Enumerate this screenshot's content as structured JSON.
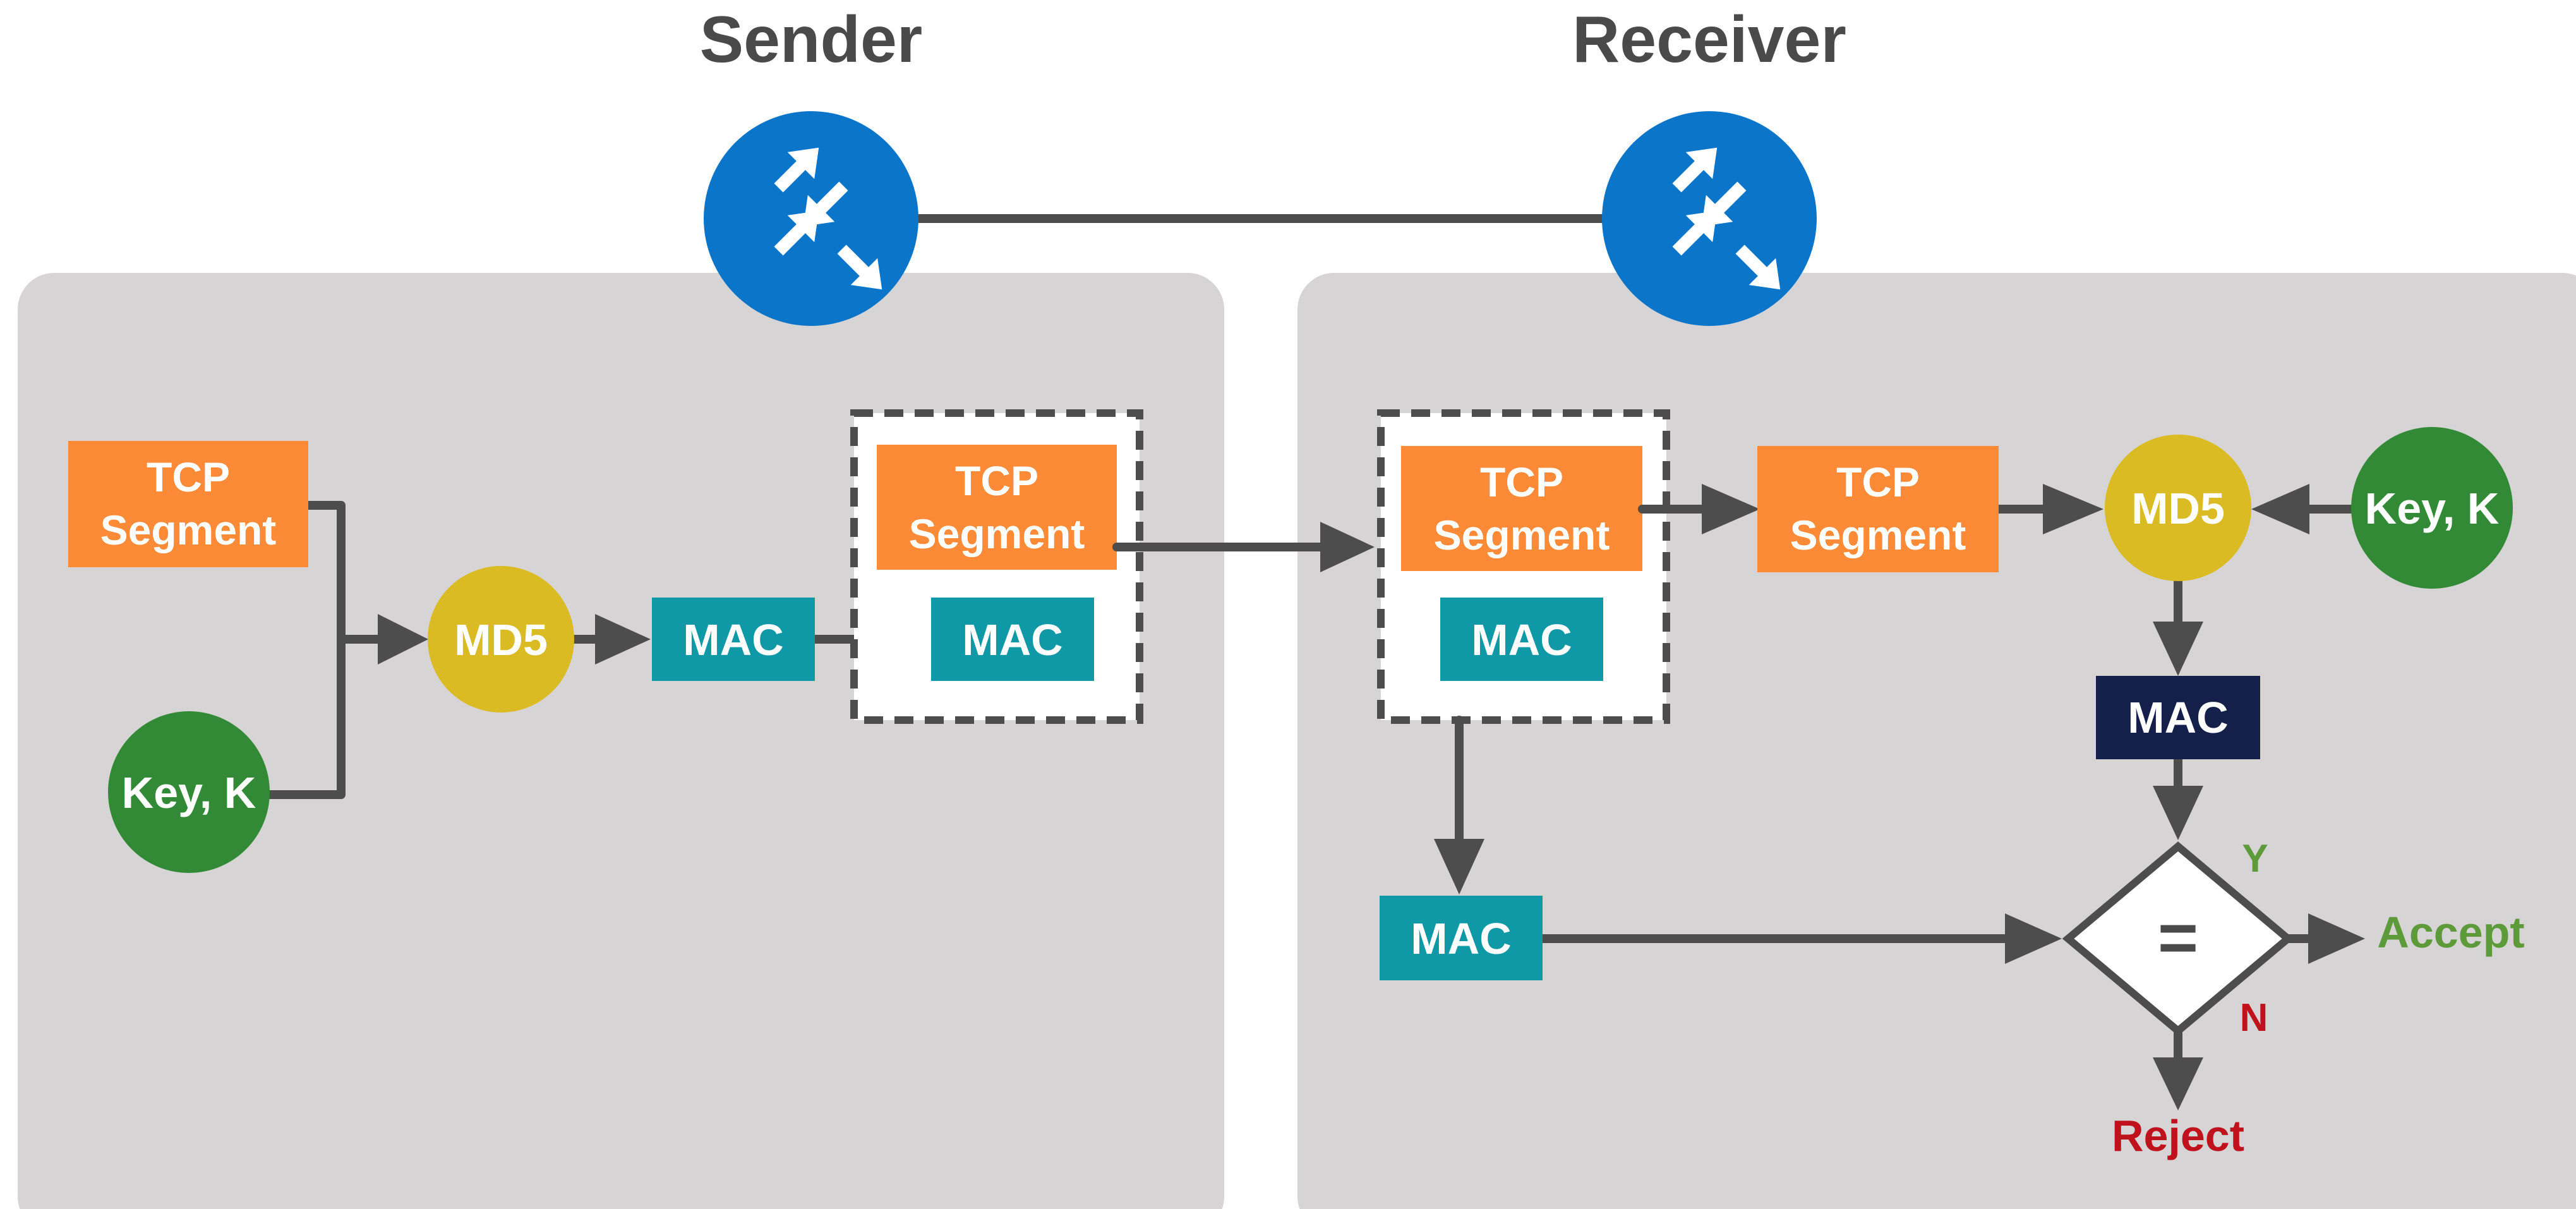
{
  "headings": {
    "sender": "Sender",
    "receiver": "Receiver"
  },
  "sender": {
    "tcp_segment": {
      "line1": "TCP",
      "line2": "Segment"
    },
    "key": "Key, K",
    "md5": "MD5",
    "mac": "MAC",
    "packet": {
      "tcp_segment": {
        "line1": "TCP",
        "line2": "Segment"
      },
      "mac": "MAC"
    }
  },
  "receiver": {
    "packet": {
      "tcp_segment": {
        "line1": "TCP",
        "line2": "Segment"
      },
      "mac": "MAC"
    },
    "tcp_segment": {
      "line1": "TCP",
      "line2": "Segment"
    },
    "md5": "MD5",
    "key": "Key, K",
    "computed_mac": "MAC",
    "extracted_mac": "MAC",
    "compare_symbol": "=",
    "yes_label": "Y",
    "no_label": "N",
    "accept": "Accept",
    "reject": "Reject"
  },
  "colors": {
    "panel": "#d6d4d5",
    "tcp_segment": "#fd8a36",
    "mac": "#0f99a6",
    "mac_computed": "#14204a",
    "md5": "#dbbb24",
    "key": "#338a36",
    "router": "#0a75c9",
    "arrow": "#4d4d4d",
    "accept": "#5c9a3a",
    "reject": "#c0121c"
  },
  "icons": {
    "router": "router-icon"
  }
}
